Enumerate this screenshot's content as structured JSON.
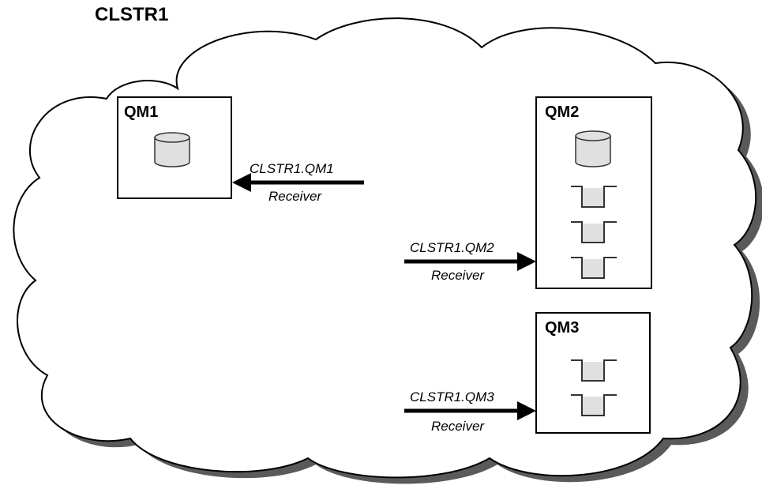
{
  "cluster": {
    "name": "CLSTR1"
  },
  "queue_managers": [
    {
      "name": "QM1"
    },
    {
      "name": "QM2"
    },
    {
      "name": "QM3"
    }
  ],
  "channels": [
    {
      "name": "CLSTR1.QM1",
      "type": "Receiver"
    },
    {
      "name": "CLSTR1.QM2",
      "type": "Receiver"
    },
    {
      "name": "CLSTR1.QM3",
      "type": "Receiver"
    }
  ]
}
